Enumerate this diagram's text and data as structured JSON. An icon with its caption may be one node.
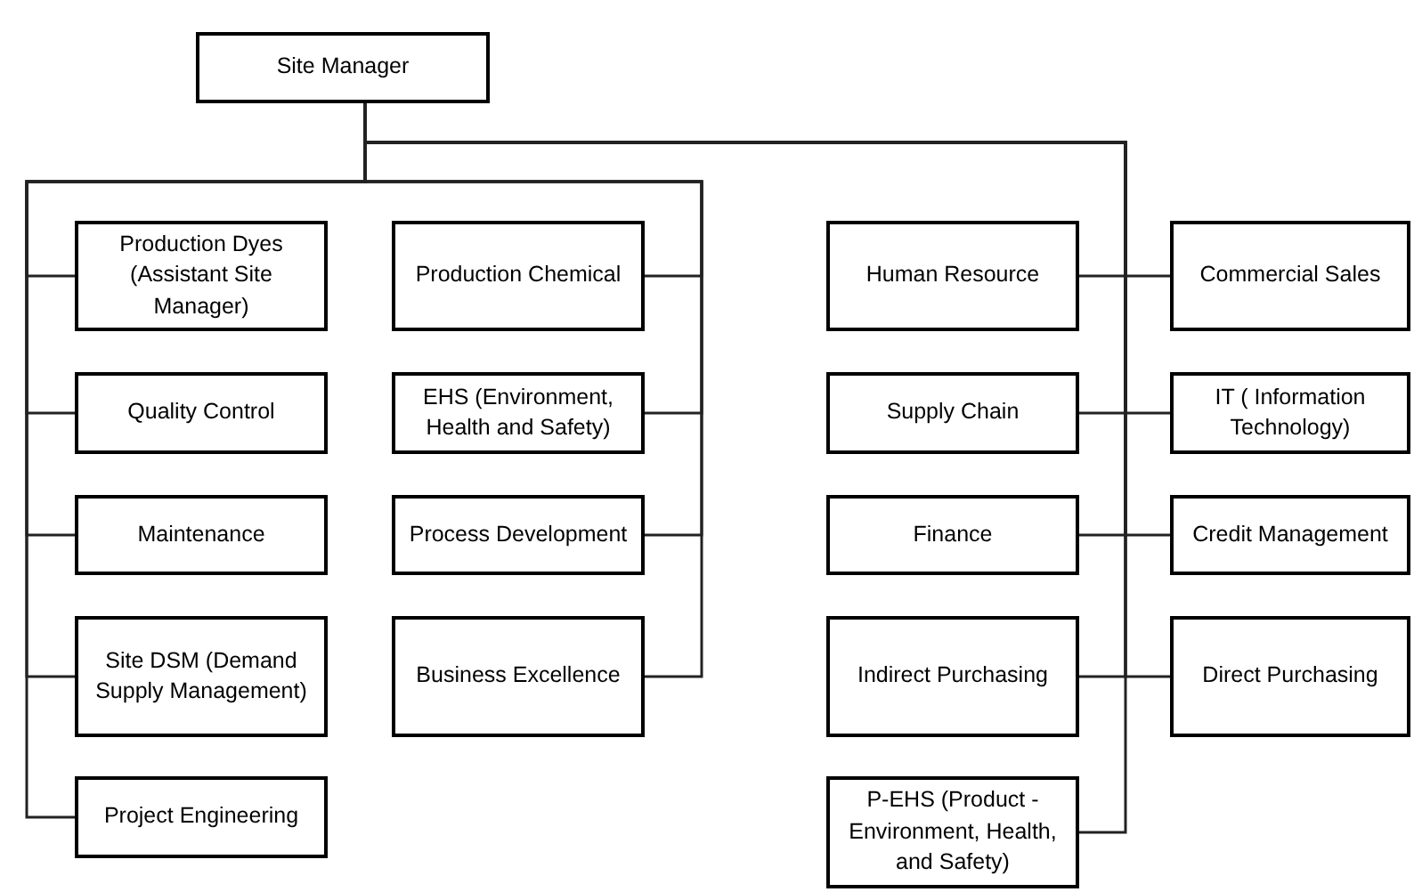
{
  "diagram": {
    "nodes": [
      {
        "text": [
          "Site Manager"
        ]
      },
      {
        "text": [
          "Production Dyes (Assistant Site Manager)"
        ]
      },
      {
        "text": [
          "Production Chemical"
        ]
      },
      {
        "text": [
          "Quality Control"
        ]
      },
      {
        "text": [
          "EHS (Environment, Health and Safety)"
        ]
      },
      {
        "text": [
          "Maintenance"
        ]
      },
      {
        "text": [
          "Process Development"
        ]
      },
      {
        "text": [
          "Site DSM (Demand Supply Management)"
        ]
      },
      {
        "text": [
          "Business Excellence"
        ]
      },
      {
        "text": [
          "Project Engineering"
        ]
      },
      {
        "text": [
          "Human Resource"
        ]
      },
      {
        "text": [
          "Commercial Sales"
        ]
      },
      {
        "text": [
          "Supply Chain"
        ]
      },
      {
        "text": [
          "IT ( Information Technology)"
        ]
      },
      {
        "text": [
          "Finance"
        ]
      },
      {
        "text": [
          "Credit Management"
        ]
      },
      {
        "text": [
          "Indirect Purchasing"
        ]
      },
      {
        "text": [
          "Direct Purchasing"
        ]
      },
      {
        "text": [
          "P-EHS (Product - Environment, Health, and Safety)"
        ]
      }
    ],
    "edges": [
      {
        "from": 0,
        "to": 1,
        "arrow": "none"
      },
      {
        "from": 0,
        "to": 2,
        "arrow": "none"
      },
      {
        "from": 0,
        "to": 3,
        "arrow": "none"
      },
      {
        "from": 0,
        "to": 4,
        "arrow": "none"
      },
      {
        "from": 0,
        "to": 5,
        "arrow": "none"
      },
      {
        "from": 0,
        "to": 6,
        "arrow": "none"
      },
      {
        "from": 0,
        "to": 7,
        "arrow": "none"
      },
      {
        "from": 0,
        "to": 8,
        "arrow": "none"
      },
      {
        "from": 0,
        "to": 9,
        "arrow": "none"
      },
      {
        "from": 0,
        "to": 10,
        "arrow": "none"
      },
      {
        "from": 0,
        "to": 11,
        "arrow": "none"
      },
      {
        "from": 0,
        "to": 12,
        "arrow": "none"
      },
      {
        "from": 0,
        "to": 13,
        "arrow": "none"
      },
      {
        "from": 0,
        "to": 14,
        "arrow": "none"
      },
      {
        "from": 0,
        "to": 15,
        "arrow": "none"
      },
      {
        "from": 0,
        "to": 16,
        "arrow": "none"
      },
      {
        "from": 0,
        "to": 17,
        "arrow": "none"
      },
      {
        "from": 0,
        "to": 18,
        "arrow": "none"
      }
    ]
  }
}
